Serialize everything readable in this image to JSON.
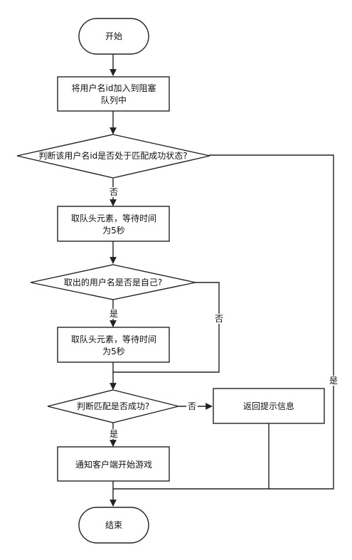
{
  "nodes": {
    "start": "开始",
    "add_queue_1": "将用户名id加入到阻塞",
    "add_queue_2": "队列中",
    "check_matched": "判断该用户名id是否处于匹配成功状态?",
    "take_wait_1a": "取队头元素，等待时间",
    "take_wait_1b": "为5秒",
    "is_self": "取出的用户名是否是自己?",
    "take_wait_2a": "取队头元素，等待时间",
    "take_wait_2b": "为5秒",
    "match_success": "判断匹配是否成功?",
    "return_info": "返回提示信息",
    "notify_client": "通知客户端开始游戏",
    "end": "结束"
  },
  "edges": {
    "no_1": "否",
    "yes_self": "是",
    "no_self": "否",
    "no_match": "否",
    "yes_match": "是",
    "yes_matched": "是"
  }
}
